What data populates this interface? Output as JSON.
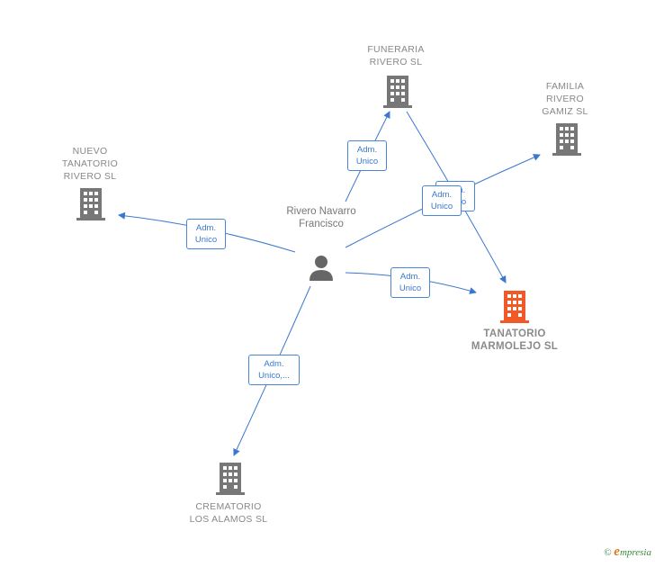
{
  "colors": {
    "edge": "#3a78d0",
    "building_gray": "#777777",
    "building_focus": "#f05a28",
    "person": "#666666"
  },
  "person": {
    "label": "Rivero Navarro Francisco",
    "icon": "person-icon"
  },
  "companies": {
    "funeraria": {
      "label": "FUNERARIA RIVERO SL",
      "icon": "building-icon"
    },
    "familia": {
      "label": "FAMILIA RIVERO GAMIZ SL",
      "icon": "building-icon"
    },
    "nuevo": {
      "label": "NUEVO TANATORIO RIVERO SL",
      "icon": "building-icon"
    },
    "tanatorio": {
      "label": "TANATORIO MARMOLEJO SL",
      "icon": "building-icon",
      "highlighted": true
    },
    "crematorio": {
      "label": "CREMATORIO LOS ALAMOS SL",
      "icon": "building-icon"
    }
  },
  "edges": {
    "to_funeraria": "Adm. Unico",
    "to_familia": "Adm. Unico",
    "to_nuevo": "Adm. Unico",
    "to_tanatorio": "Adm. Unico",
    "to_crematorio": "Adm. Unico,...",
    "funeraria_to_tanatorio": "Adm. Unico"
  },
  "watermark": {
    "copyright": "©",
    "brand_initial": "e",
    "brand_rest": "mpresia"
  }
}
